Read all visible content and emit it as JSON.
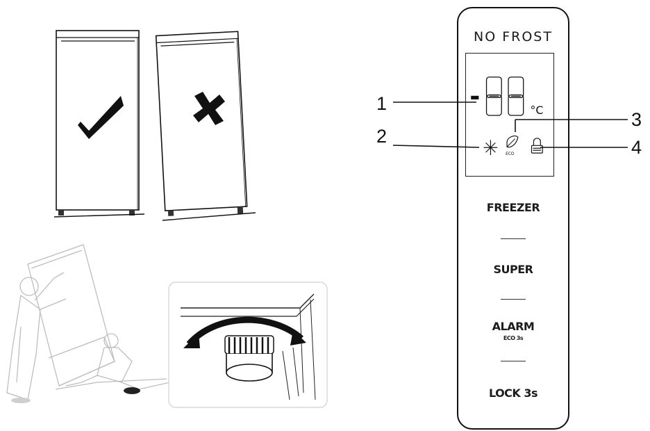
{
  "panel": {
    "brand": "NO FROST",
    "display_digits": "-88",
    "display_unit": "°C",
    "eco_label": "ECO",
    "buttons": {
      "freezer": "FREEZER",
      "super": "SUPER",
      "alarm": "ALARM",
      "alarm_sub": "ECO 3s",
      "lock": "LOCK 3s"
    }
  },
  "callouts": [
    "1",
    "2",
    "3",
    "4"
  ],
  "icons": {
    "correct": "checkmark-icon",
    "wrong": "cross-icon",
    "freeze": "snowflake-icon",
    "eco": "eco-leaf-icon",
    "lock": "padlock-icon"
  }
}
